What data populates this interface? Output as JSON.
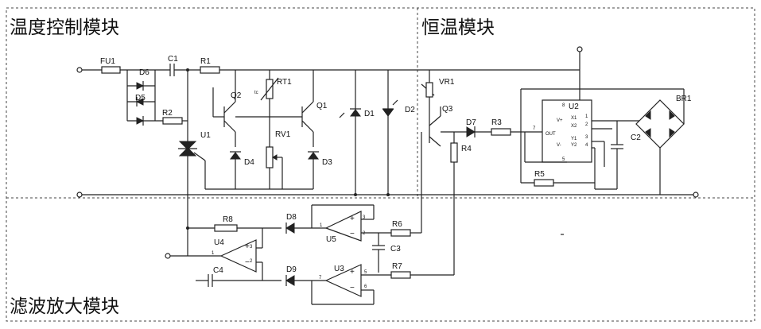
{
  "modules": {
    "temp_control": "温度控制模块",
    "constant_temp": "恒温模块",
    "filter_amp": "滤波放大模块"
  },
  "components": {
    "FU1": "FU1",
    "C1": "C1",
    "R1": "R1",
    "D6": "D6",
    "D5": "D5",
    "R2": "R2",
    "U1": "U1",
    "Q2": "Q2",
    "RT1": "RT1",
    "RT1_sub": "tc",
    "Q1": "Q1",
    "RV1": "RV1",
    "D4": "D4",
    "D3": "D3",
    "D1": "D1",
    "D2": "D2",
    "VR1": "VR1",
    "Q3": "Q3",
    "D7": "D7",
    "R3": "R3",
    "R4": "R4",
    "U2": "U2",
    "C2": "C2",
    "BR1": "BR1",
    "R5": "R5",
    "R8": "R8",
    "D8": "D8",
    "U5": "U5",
    "R6": "R6",
    "U4": "U4",
    "C3": "C3",
    "C4": "C4",
    "D9": "D9",
    "U3": "U3",
    "R7": "R7"
  },
  "u2_pins": {
    "vp": "V+",
    "vm": "V-",
    "out": "OUT",
    "x1": "X1",
    "x2": "X2",
    "y1": "Y1",
    "y2": "Y2",
    "n8": "8",
    "n7": "7",
    "n5": "5",
    "n1": "1",
    "n2": "2",
    "n3": "3",
    "n4": "4"
  },
  "opamp": {
    "plus": "+",
    "minus": "−"
  },
  "opamp_pins": {
    "u5_a": "3",
    "u5_b": "2",
    "u5_c": "1",
    "u4_a": "3",
    "u4_b": "2",
    "u4_c": "1",
    "u3_a": "5",
    "u3_b": "6",
    "u3_c": "7"
  },
  "colors": {
    "line": "#222222",
    "border": "#444444",
    "background": "#ffffff"
  }
}
